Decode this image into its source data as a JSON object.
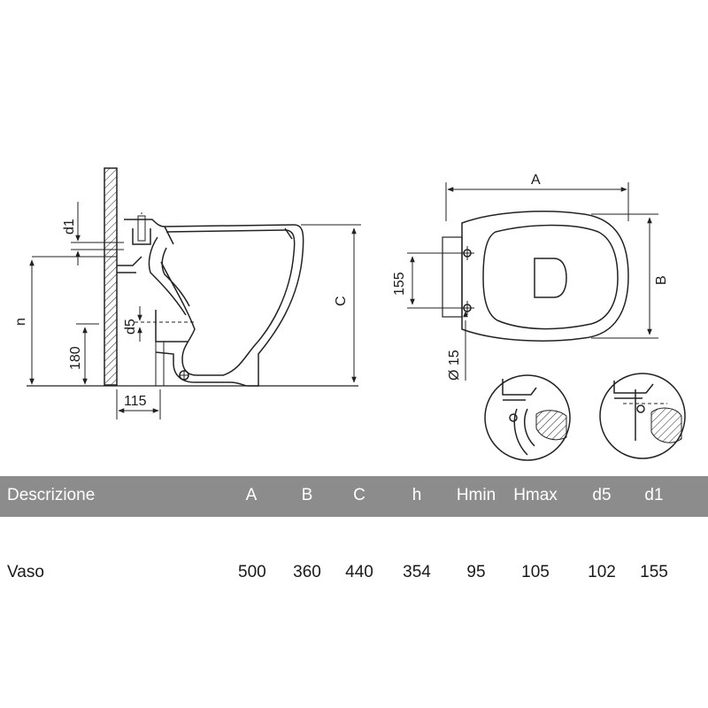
{
  "side_view": {
    "labels": {
      "d1": "d1",
      "n": "n",
      "h180": "180",
      "d5": "d5",
      "w115": "115",
      "C": "C"
    }
  },
  "top_view": {
    "labels": {
      "A": "A",
      "B": "B",
      "h155": "155",
      "hole": "Ø 15"
    }
  },
  "table": {
    "headers": {
      "desc": "Descrizione",
      "A": "A",
      "B": "B",
      "C": "C",
      "h": "h",
      "Hmin": "Hmin",
      "Hmax": "Hmax",
      "d5": "d5",
      "d1": "d1"
    },
    "rows": [
      {
        "desc": "Vaso",
        "A": "500",
        "B": "360",
        "C": "440",
        "h": "354",
        "Hmin": "95",
        "Hmax": "105",
        "d5": "102",
        "d1": "155"
      }
    ]
  }
}
